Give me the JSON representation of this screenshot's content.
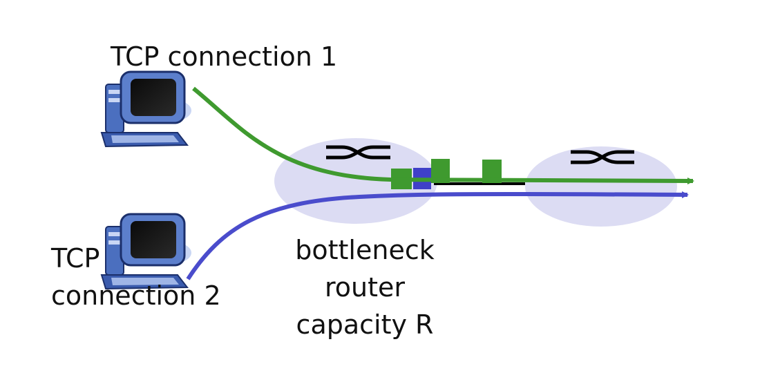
{
  "labels": {
    "tcp_connection_1": "TCP connection 1",
    "tcp_connection_2_line1": "TCP",
    "tcp_connection_2_line2": "connection 2",
    "bottleneck_line1": "bottleneck",
    "bottleneck_line2": "router",
    "bottleneck_line3": "capacity R"
  },
  "colors": {
    "connection_1": "#3f9a2f",
    "connection_2": "#4a4ccc",
    "router_fill": "#dcdcf3",
    "link": "#000000"
  },
  "icons": [
    "computer-icon",
    "computer-icon",
    "router-icon",
    "router-icon"
  ]
}
